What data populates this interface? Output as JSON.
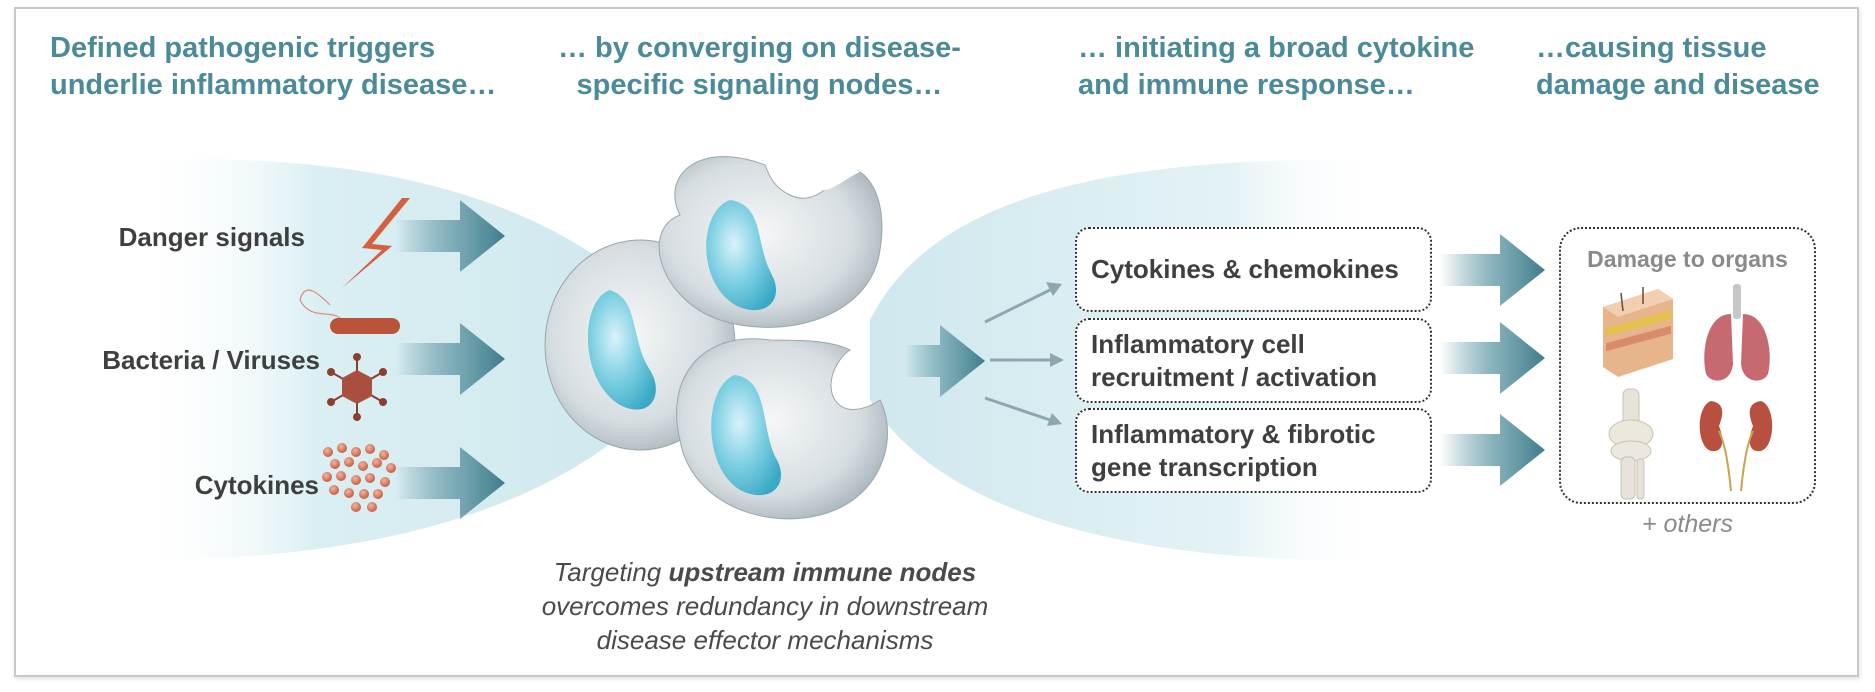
{
  "headings": {
    "col1": [
      "Defined pathogenic triggers",
      "underlie inflammatory disease…"
    ],
    "col2": [
      "… by converging on disease-",
      "specific signaling nodes…"
    ],
    "col3": [
      "… initiating a broad cytokine",
      "and immune response…"
    ],
    "col4": [
      "…causing tissue",
      "damage and disease"
    ]
  },
  "triggers": {
    "danger": "Danger signals",
    "bacteria": "Bacteria / Viruses",
    "cytokines": "Cytokines"
  },
  "effectors": {
    "cytokines": "Cytokines & chemokines",
    "recruitment": [
      "Inflammatory cell",
      "recruitment / activation"
    ],
    "transcription": [
      "Inflammatory & fibrotic",
      "gene transcription"
    ]
  },
  "organs": {
    "title": "Damage to organs",
    "others": "+ others",
    "icons": [
      "skin-icon",
      "lungs-icon",
      "knee-joint-icon",
      "kidneys-icon"
    ]
  },
  "caption": {
    "lead": "Targeting ",
    "bold": "upstream immune nodes",
    "line2": "overcomes redundancy in downstream",
    "line3": "disease effector mechanisms"
  },
  "colors": {
    "heading": "#4a8a99",
    "arrow": "#4f8a98",
    "glow": "#cfe8ee",
    "nucleus": "#6cc6dc",
    "pathogen": "#c4563a"
  }
}
